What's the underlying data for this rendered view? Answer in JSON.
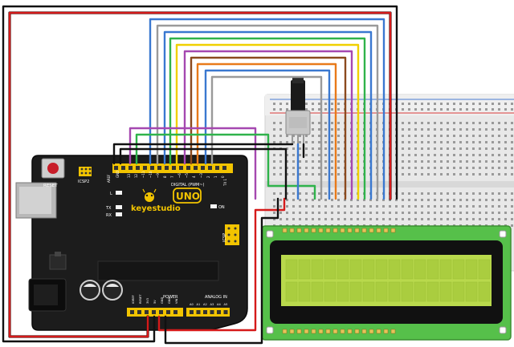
{
  "board": {
    "brand": "keyestudio",
    "model": "UNO",
    "reset_label": "RESET",
    "icsp2_label": "ICSP2",
    "icsp_label": "ICSP",
    "digital_label": "DIGITAL (PWM~)",
    "aref_label": "AREF",
    "gnd_label": "GND",
    "power_label": "POWER",
    "analog_label": "ANALOG IN",
    "led_l": "L",
    "led_tx": "TX",
    "led_rx": "RX",
    "led_on": "ON",
    "tx_pin_label": "TX 1",
    "rx_pin_label": "RX 0",
    "digital_pins": [
      "13",
      "12",
      "~11",
      "~10",
      "~9",
      "8",
      "7",
      "~6",
      "~5",
      "4",
      "~3",
      "2",
      "1",
      "0"
    ],
    "power_pins": [
      "IOREF",
      "RESET",
      "3V3",
      "5V",
      "GND",
      "GND",
      "VIN"
    ],
    "analog_pins": [
      "A0",
      "A1",
      "A2",
      "A3",
      "A4",
      "A5"
    ]
  },
  "colors": {
    "board": "#1c1c1c",
    "header": "#f2c400",
    "breadboard": "#e9e9e9",
    "lcd_frame": "#56c04a",
    "lcd_screen": "#b9d94c",
    "wire_red": "#d51a1a",
    "wire_black": "#111111",
    "wire_blue": "#3a78d0",
    "wire_green": "#2fb34b",
    "wire_purple": "#a548b0",
    "wire_yellow": "#f0d000",
    "wire_orange": "#e87a1a",
    "wire_brown": "#8b4a1e",
    "wire_gray": "#9a9a9a"
  }
}
